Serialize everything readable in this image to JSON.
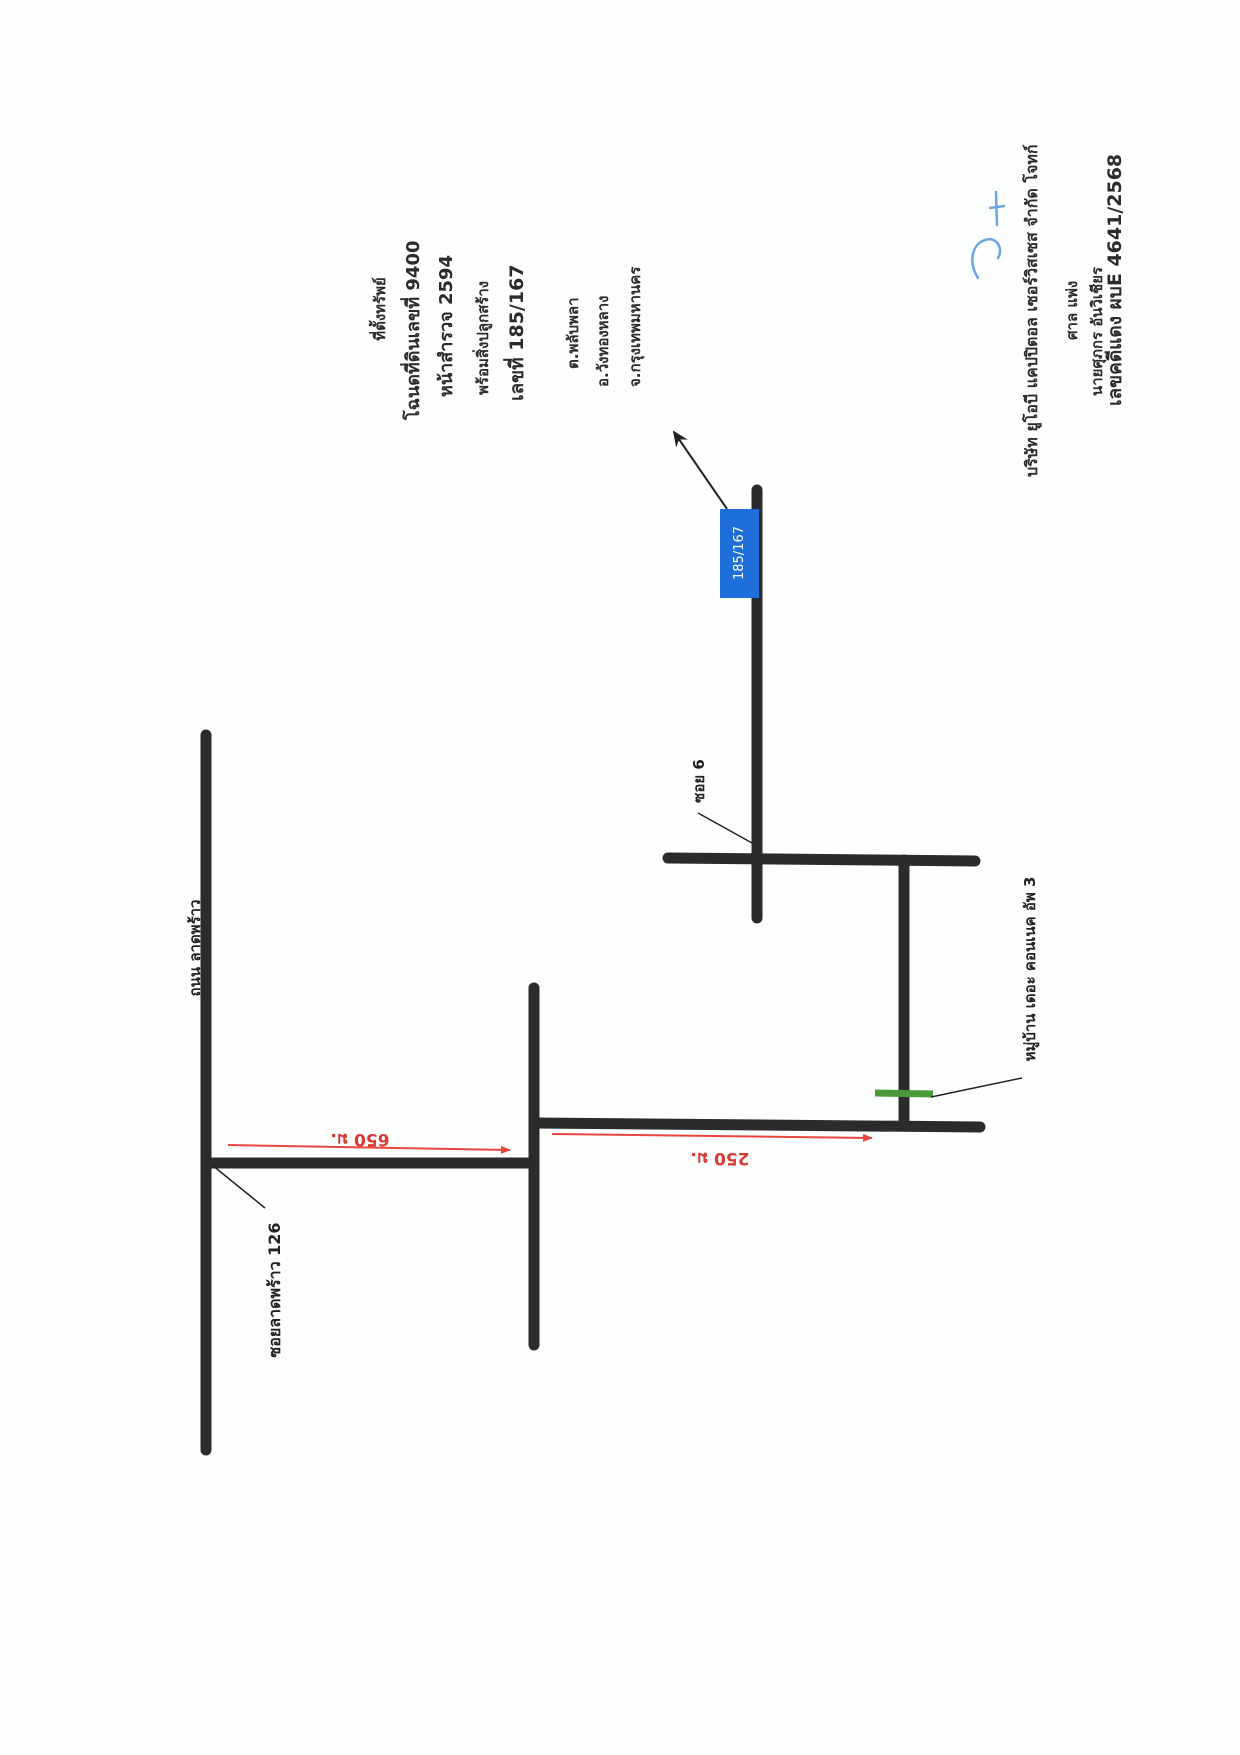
{
  "map": {
    "road_main": "ถนน ลาดพร้าว",
    "soi_126": "ซอยลาดพร้าว 126",
    "soi_6": "ซอย 6",
    "village": "หมู่บ้าน เดอะ คอนเนค อัพ 3",
    "plot_label": "185/167",
    "dist_650": "650 ม.",
    "dist_250": "250 ม."
  },
  "property": {
    "heading": "ที่ตั้งทรัพย์",
    "title_deed": "โฉนดที่ดินเลขที่  9400",
    "survey": "หน้าสำรวจ 2594",
    "building": "พร้อมสิ่งปลูกสร้าง",
    "house_no": "เลขที่  185/167",
    "subdistrict": "ต.พลับพลา",
    "district": "อ.วังทองหลาง",
    "province": "จ.กรุงเทพมหานคร"
  },
  "case": {
    "plaintiff": "บริษัท ยูโอบี แคปปิตอล เซอร์วิสเซส จำกัด โจทก์",
    "defendant": "นายศุภกร  อันวิเชียร",
    "court": "ศาล แพ่ง",
    "red_case": "เลขคดีแดง ผบE 4641/2568"
  },
  "colors": {
    "road": "#2b2b2e",
    "distance_arrow": "#e8473f",
    "plot_box": "#1e6fd9",
    "gate": "#4a9a3a",
    "signature": "#6aa6e0"
  },
  "icons": [
    "direction-arrow",
    "signature-mark"
  ]
}
